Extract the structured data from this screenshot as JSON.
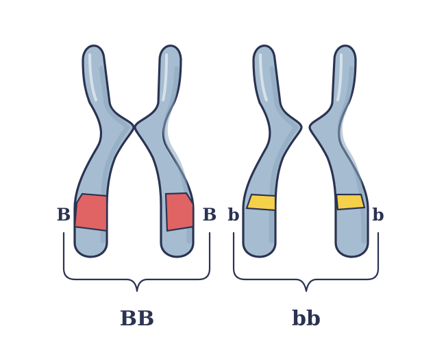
{
  "colors": {
    "chromosome_fill": "#a6bdd1",
    "chromosome_shade": "#8aa5bd",
    "outline": "#2b3352",
    "dominant_band": "#e06464",
    "recessive_band": "#f5d04a"
  },
  "pairs": [
    {
      "genotype": "BB",
      "chromosomes": [
        {
          "allele": "B",
          "band_color": "#e06464"
        },
        {
          "allele": "B",
          "band_color": "#e06464"
        }
      ]
    },
    {
      "genotype": "bb",
      "chromosomes": [
        {
          "allele": "b",
          "band_color": "#f5d04a"
        },
        {
          "allele": "b",
          "band_color": "#f5d04a"
        }
      ]
    }
  ]
}
